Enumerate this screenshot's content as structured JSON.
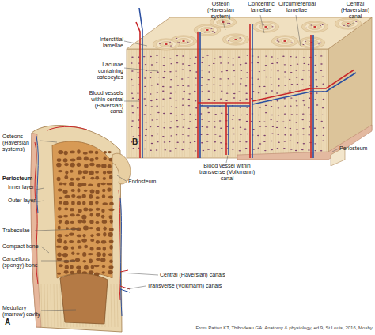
{
  "diagram": {
    "caption": "From Patton KT, Thibodeau GA: Anatomy & physiology, ed 9, St Louis, 2016, Mosby.",
    "labels": [
      "Osteon (Haversian system)",
      "Concentric lamellae",
      "Circumferential lamellae",
      "Central (Haversian) canal",
      "Interstitial lamellae",
      "Lacunae containing osteocytes",
      "Blood vessels within central (Haversian) canal",
      "Periosteum",
      "Blood vessel within transverse (Volkmann) canal",
      "B",
      "Osteons (Haversian systems)",
      "Periosteum",
      "Inner layer",
      "Outer layer",
      "Endosteum",
      "Trabeculae",
      "Compact bone",
      "Cancellous (spongy) bone",
      "Central (Haversian) canals",
      "Transverse (Volkmann) canals",
      "Medullary (marrow) cavity",
      "A"
    ]
  }
}
